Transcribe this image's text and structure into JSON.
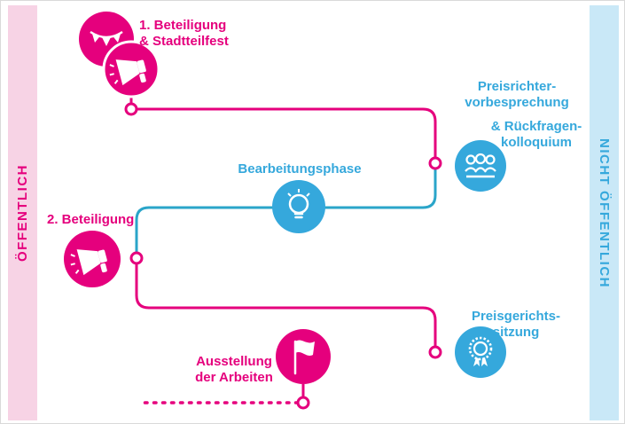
{
  "bands": {
    "left": {
      "label": "ÖFFENTLICH"
    },
    "right": {
      "label": "NICHT ÖFFENTLICH"
    }
  },
  "colors": {
    "magenta": "#e5007d",
    "blue": "#35a8dc",
    "teal": "#2aa5c9",
    "magenta_band": "#f7d3e5",
    "blue_band": "#c9e8f7"
  },
  "steps": [
    {
      "name": "beteiligung-1",
      "label": "1. Beteiligung\n& Stadtteilfest",
      "icon": "bunting-and-megaphone-icon",
      "color": "magenta"
    },
    {
      "name": "preisrichtervorbesprechung",
      "label": "Preisrichter-\nvorbesprechung",
      "label2": "& Rückfragen-\nkolloquium",
      "icon": "jury-people-icon",
      "color": "blue"
    },
    {
      "name": "bearbeitungsphase",
      "label": "Bearbeitungsphase",
      "icon": "lightbulb-icon",
      "color": "blue"
    },
    {
      "name": "beteiligung-2",
      "label": "2. Beteiligung",
      "icon": "megaphone-icon",
      "color": "magenta"
    },
    {
      "name": "preisgerichtssitzung",
      "label": "Preisgerichts-\nsitzung",
      "icon": "award-rosette-icon",
      "color": "blue"
    },
    {
      "name": "ausstellung",
      "label": "Ausstellung\nder Arbeiten",
      "icon": "flag-icon",
      "color": "magenta"
    }
  ]
}
